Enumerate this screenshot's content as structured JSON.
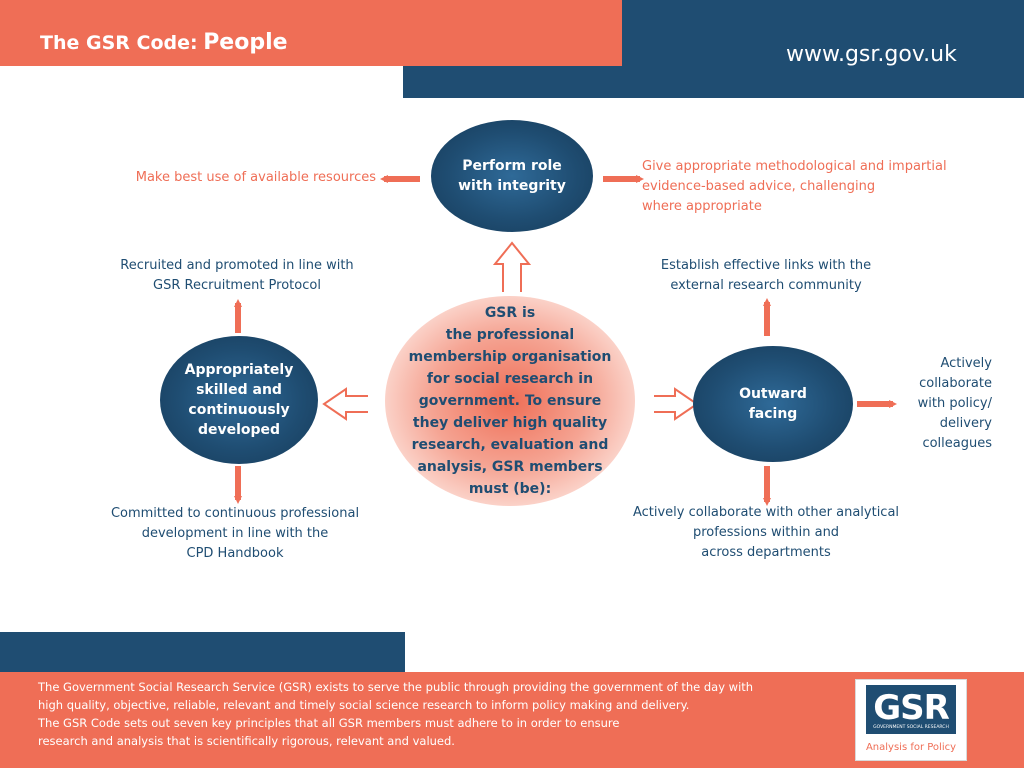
{
  "header": {
    "title_prefix": "The GSR Code:",
    "title_main": "People",
    "url": "www.gsr.gov.uk"
  },
  "diagram": {
    "center": {
      "lines": [
        "GSR is",
        "the professional",
        "membership organisation",
        "for social research in",
        "government. To ensure",
        "they deliver high quality",
        "research, evaluation and",
        "analysis, GSR members",
        "must (be):"
      ]
    },
    "nodes": [
      {
        "id": "integrity",
        "lines": [
          "Perform role",
          "with integrity"
        ]
      },
      {
        "id": "skilled",
        "lines": [
          "Appropriately",
          "skilled and",
          "continuously",
          "developed"
        ]
      },
      {
        "id": "outward",
        "lines": [
          "Outward",
          "facing"
        ]
      }
    ],
    "labels": {
      "resources": [
        "Make best use of available resources"
      ],
      "advice": [
        "Give appropriate methodological and impartial",
        "evidence-based advice, challenging",
        "where appropriate"
      ],
      "recruited": [
        "Recruited and promoted in line with",
        "GSR Recruitment Protocol"
      ],
      "cpd": [
        "Committed to continuous professional",
        "development in line with the",
        "CPD Handbook"
      ],
      "links": [
        "Establish effective links with the",
        "external research community"
      ],
      "policy": [
        "Actively",
        "collaborate",
        "with policy/",
        "delivery",
        "colleagues"
      ],
      "analytical": [
        "Actively collaborate with other analytical",
        "professions within and",
        "across departments"
      ]
    }
  },
  "footer": {
    "lines": [
      "The Government Social Research Service (GSR) exists to serve the public through providing the government of the day with",
      "high quality, objective, reliable, relevant and timely social science research to inform policy making and delivery.",
      "The GSR Code sets out seven key principles that all GSR members must adhere to in order to ensure",
      "research and analysis that is scientifically rigorous, relevant and valued."
    ],
    "logo": {
      "mark": "GSR",
      "sub": "GOVERNMENT SOCIAL RESEARCH",
      "tagline": "Analysis for Policy"
    }
  },
  "colors": {
    "coral": "#ef6e56",
    "navy": "#1f4d72"
  }
}
